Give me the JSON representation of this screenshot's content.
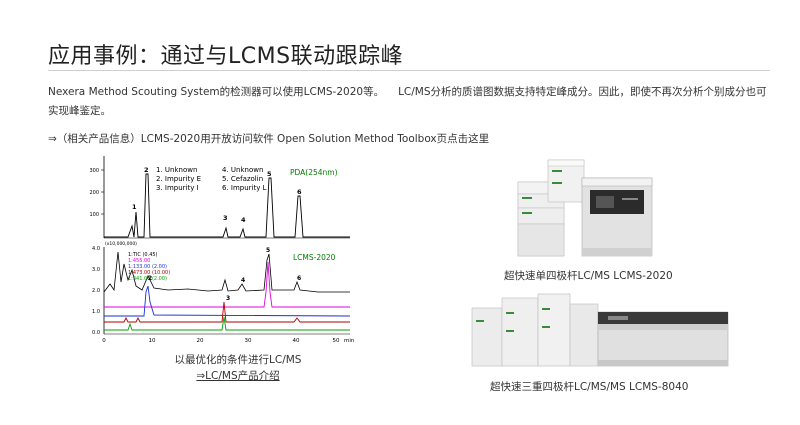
{
  "page": {
    "title": "应用事例：通过与LCMS联动跟踪峰",
    "description_1": "Nexera Method Scouting System的检测器可以使用LCMS-2020等。",
    "description_2": "LC/MS分析的质谱图数据支持特定峰成分。因此，即使不再次分析个别成分也可实现峰鉴定。",
    "related_link": "⇒（相关产品信息）LCMS-2020用开放访问软件 Open Solution Method Toolbox页点击这里"
  },
  "chromatogram": {
    "top_legend": {
      "col1": [
        "1. Unknown",
        "2. Impurity E",
        "3. Impurity I"
      ],
      "col2": [
        "4. Unknown",
        "5. Cefazolin",
        "6. Impurity L"
      ],
      "detector": "PDA(254nm)"
    },
    "top_peak_labels": [
      "1",
      "2",
      "3",
      "4",
      "5",
      "6"
    ],
    "bottom_scale": "(x10,000,000)",
    "bottom_yticks": [
      "4.0",
      "3.0",
      "2.0",
      "1.0",
      "0.0"
    ],
    "bottom_detector": "LCMS-2020",
    "traces": [
      {
        "label": "1:TIC (0.45)",
        "color": "#000000"
      },
      {
        "label": "1:455.00",
        "color": "#e000e0"
      },
      {
        "label": "1:133.00 (2.00)",
        "color": "#1a2fd8"
      },
      {
        "label": "1:473.00 (10.00)",
        "color": "#b00000"
      },
      {
        "label": "1:341.00 (2.00)",
        "color": "#00a000"
      }
    ],
    "bottom_peak_labels": [
      "2",
      "3",
      "4",
      "5",
      "6"
    ],
    "xticks": [
      "0",
      "10",
      "20",
      "30",
      "40",
      "50"
    ],
    "xunit": "min"
  },
  "captions": {
    "left_line1": "以最优化的条件进行LC/MS",
    "left_link": "⇒LC/MS产品介绍",
    "right_top": "超快速单四极杆LC/MS LCMS-2020",
    "right_bottom": "超快速三重四极杆LC/MS/MS LCMS-8040"
  }
}
